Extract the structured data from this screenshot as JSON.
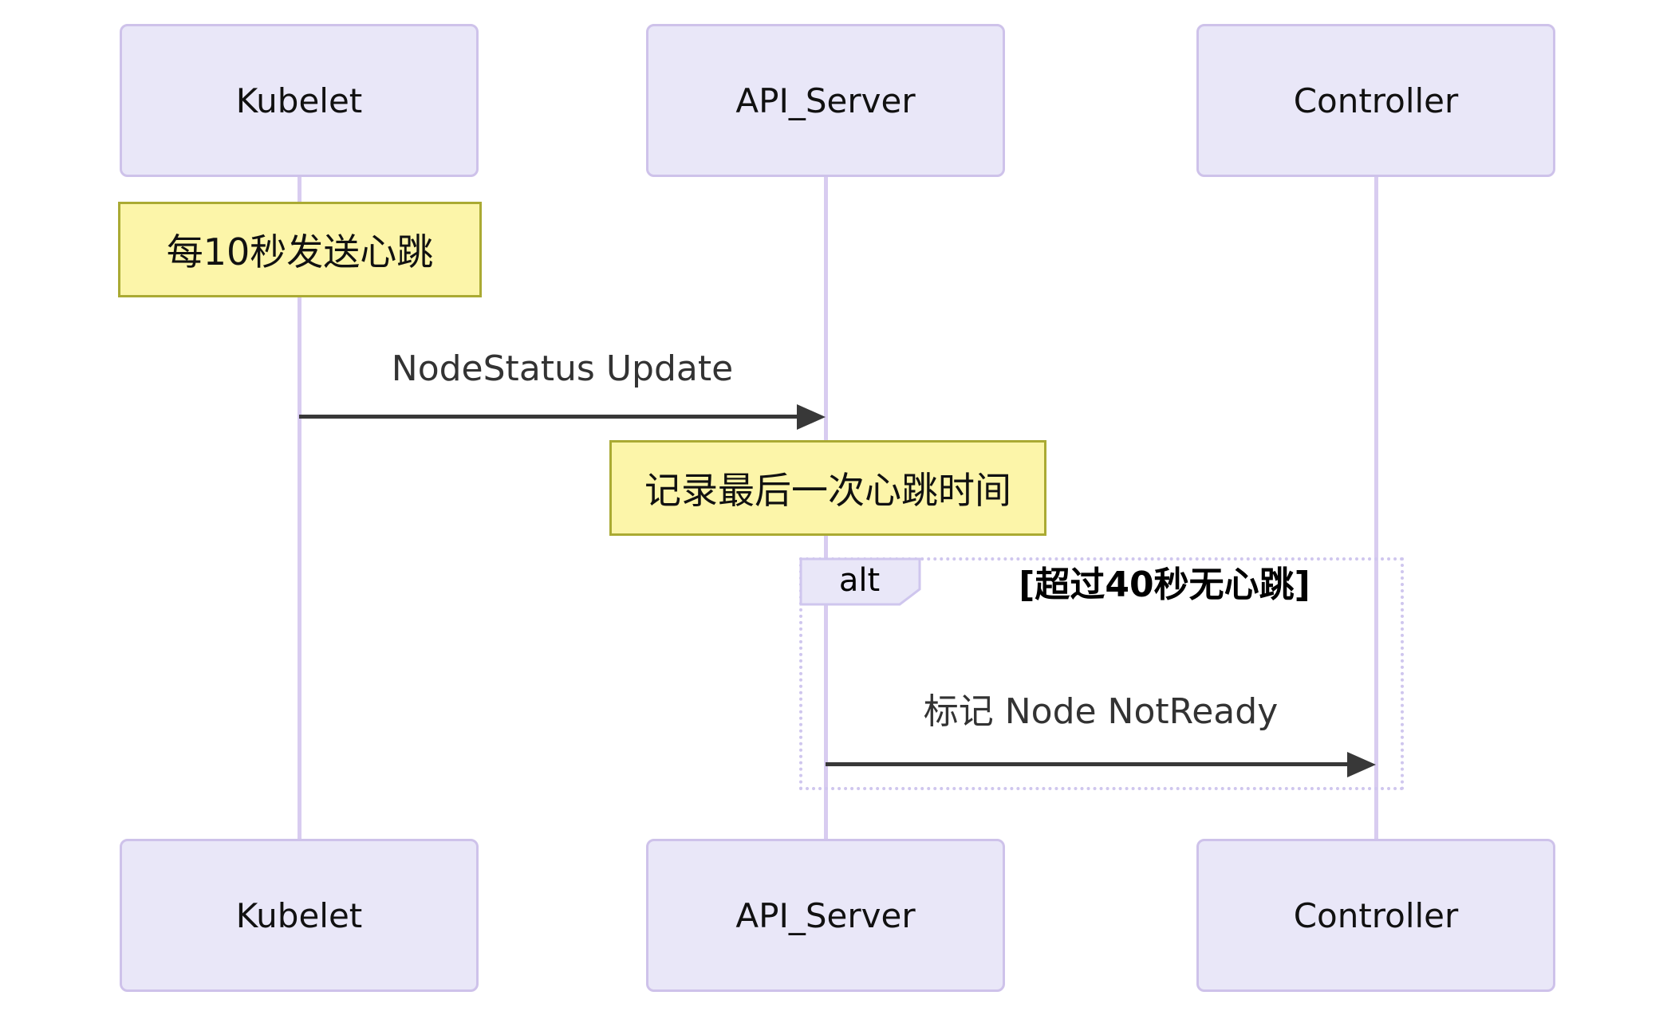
{
  "diagram": {
    "kind": "sequence-diagram",
    "actors": [
      {
        "id": "kubelet",
        "label": "Kubelet"
      },
      {
        "id": "api_server",
        "label": "API_Server"
      },
      {
        "id": "controller",
        "label": "Controller"
      }
    ],
    "notes": [
      {
        "over": "kubelet",
        "text": "每10秒发送心跳"
      },
      {
        "over": "api_server",
        "text": "记录最后一次心跳时间"
      }
    ],
    "messages": [
      {
        "from": "kubelet",
        "to": "api_server",
        "label": "NodeStatus Update",
        "arrow": "solid-filled-head"
      },
      {
        "from": "api_server",
        "to": "controller",
        "label": "标记 Node NotReady",
        "arrow": "solid-filled-head"
      }
    ],
    "fragment": {
      "operator": "alt",
      "condition": "[超过40秒无心跳]"
    },
    "colors": {
      "background": "#ffffff",
      "actor_fill": "#e9e7f8",
      "actor_border": "#cec2ea",
      "lifeline": "#d8ccf0",
      "note_fill": "#fcf5a9",
      "note_border": "#aaaa33",
      "arrow": "#383838",
      "message_text": "#333333",
      "fragment_border": "#cfc6ee"
    }
  }
}
